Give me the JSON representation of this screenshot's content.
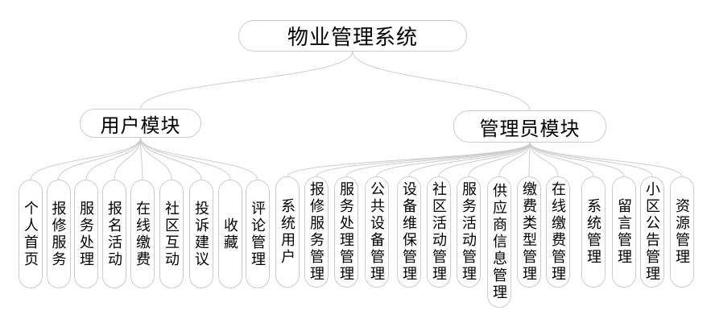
{
  "diagram": {
    "title": "物业管理系统",
    "root": {
      "label": "物业管理系统"
    },
    "modules": [
      {
        "label": "用户模块",
        "children": [
          "个人首页",
          "报修服务",
          "服务处理",
          "报名活动",
          "在线缴费",
          "社区互动",
          "投诉建议",
          "收藏",
          "评论管理"
        ]
      },
      {
        "label": "管理员模块",
        "children": [
          "系统用户",
          "报修服务管理",
          "服务处理管理",
          "公共设备管理",
          "设备维保管理",
          "社区活动管理",
          "服务活动管理",
          "供应商信息管理",
          "缴费类型管理",
          "在线缴费管理",
          "系统管理",
          "留言管理",
          "小区公告管理",
          "资源管理"
        ]
      }
    ]
  },
  "colors": {
    "line": "#cccccc",
    "node_border": "#cccccc",
    "node_fill": "#ffffff",
    "text": "#000000"
  }
}
